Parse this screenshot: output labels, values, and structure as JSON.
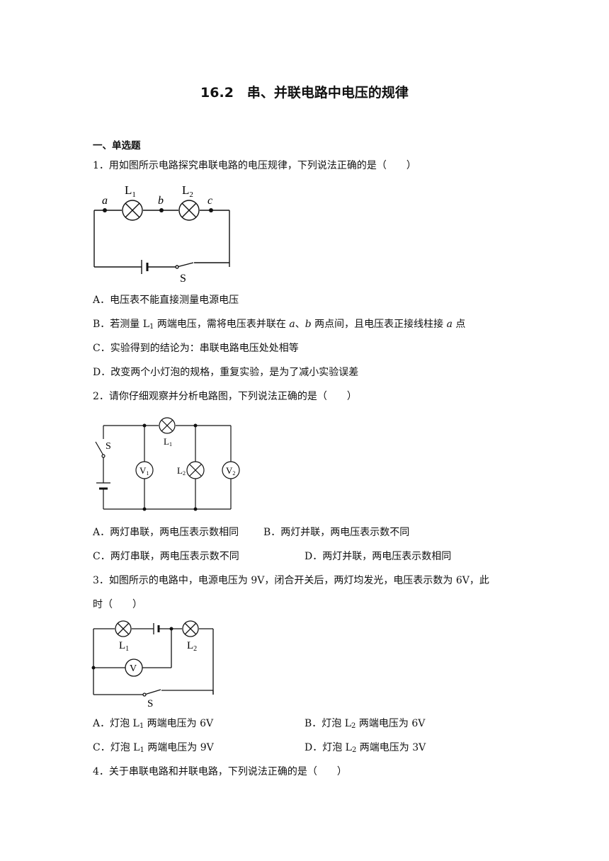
{
  "title": "16.2　串、并联电路中电压的规律",
  "section": "一、单选题",
  "q1": {
    "stem": "1．用如图所示电路探究串联电路的电压规律，下列说法正确的是（　　）",
    "labels": {
      "a": "a",
      "b": "b",
      "c": "c",
      "L1": "L",
      "L1_sub": "1",
      "L2": "L",
      "L2_sub": "2",
      "S": "S"
    },
    "options": {
      "A": "A．电压表不能直接测量电源电压",
      "B_1": "B．若测量 L",
      "B_sub": "1",
      "B_2": " 两端电压，需将电压表并联在 ",
      "B_a": "a",
      "B_3": "、",
      "B_b": "b",
      "B_4": " 两点间，且电压表正接线柱接 ",
      "B_a2": "a",
      "B_5": " 点",
      "C": "C．实验得到的结论为：串联电路电压处处相等",
      "D": "D．改变两个小灯泡的规格，重复实验，是为了减小实验误差"
    }
  },
  "q2": {
    "stem": "2．请你仔细观察并分析电路图，下列说法正确的是（　　）",
    "labels": {
      "S": "S",
      "L1": "L",
      "L1_sub": "1",
      "L2": "L",
      "L2_sub": "2",
      "V1": "V",
      "V1_sub": "1",
      "V2": "V",
      "V2_sub": "2"
    },
    "options": {
      "A": "A．两灯串联，两电压表示数相同",
      "B": "B．两灯并联，两电压表示数不同",
      "C": "C．两灯串联，两电压表示数不同",
      "D": "D．两灯并联，两电压表示数相同"
    }
  },
  "q3": {
    "stem_1": "3．如图所示的电路中，电源电压为 9V，闭合开关后，两灯均发光，电压表示数为 6V，此",
    "stem_2": "时（　　）",
    "labels": {
      "L1": "L",
      "L1_sub": "1",
      "L2": "L",
      "L2_sub": "2",
      "V": "V",
      "S": "S"
    },
    "options": {
      "A_1": "A．灯泡 L",
      "A_sub": "1",
      "A_2": " 两端电压为 6V",
      "B_1": "B．灯泡 L",
      "B_sub": "2",
      "B_2": " 两端电压为 6V",
      "C_1": "C．灯泡 L",
      "C_sub": "1",
      "C_2": " 两端电压为 9V",
      "D_1": "D．灯泡 L",
      "D_sub": "2",
      "D_2": " 两端电压为 3V"
    }
  },
  "q4": {
    "stem": "4．关于串联电路和并联电路，下列说法正确的是（　　）"
  }
}
